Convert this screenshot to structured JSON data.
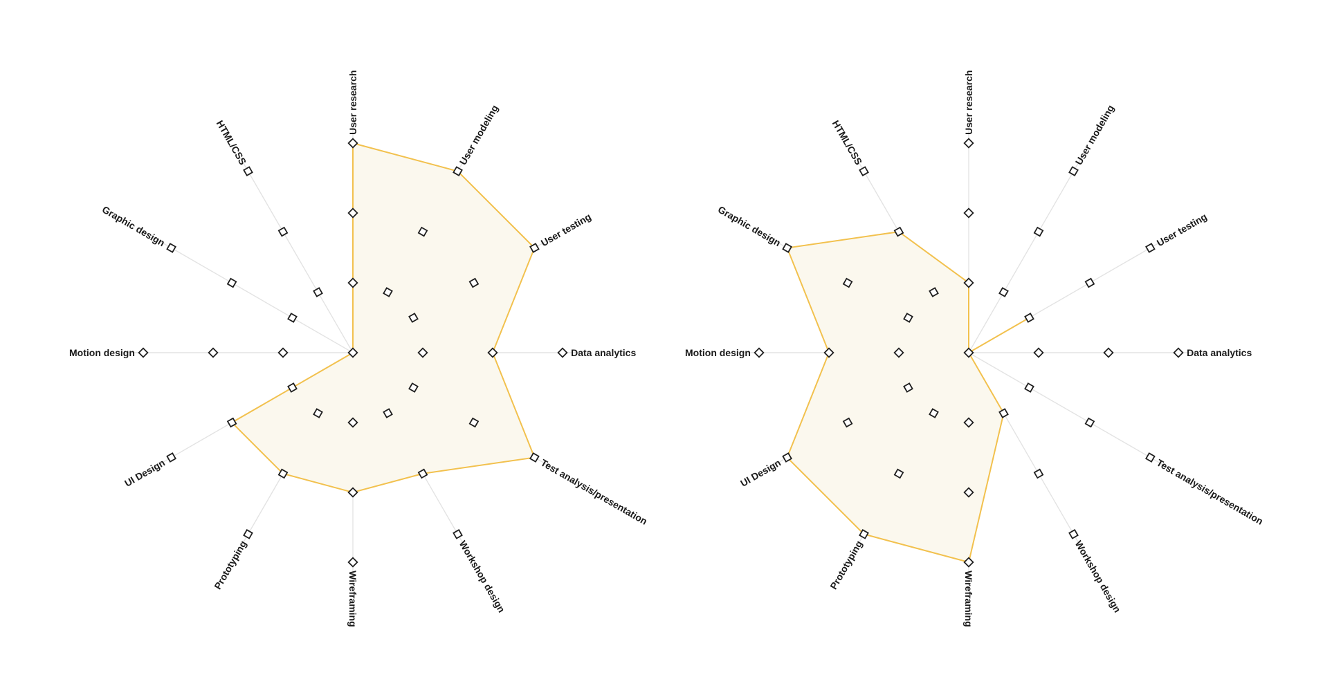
{
  "palette": {
    "fill": "#fbf8ee",
    "stroke": "#f2c14e",
    "axis": "#e3e3e3",
    "marker": "#1f1f1f",
    "text": "#1a1a1a"
  },
  "chart_data": [
    {
      "type": "radar",
      "axes": [
        "User research",
        "User modeling",
        "User testing",
        "Data analytics",
        "Test analysis/presentation",
        "Workshop design",
        "Wireframing",
        "Prototyping",
        "UI Design",
        "Motion design",
        "Graphic design",
        "HTML/CSS"
      ],
      "max": 3,
      "grid_levels": [
        1,
        2,
        3
      ],
      "series": [
        {
          "values": [
            3,
            3,
            3,
            2,
            3,
            2,
            2,
            2,
            2,
            0,
            0,
            0
          ]
        }
      ]
    },
    {
      "type": "radar",
      "axes": [
        "User research",
        "User modeling",
        "User testing",
        "Data analytics",
        "Test analysis/presentation",
        "Workshop design",
        "Wireframing",
        "Prototyping",
        "UI Design",
        "Motion design",
        "Graphic design",
        "HTML/CSS"
      ],
      "max": 3,
      "grid_levels": [
        1,
        2,
        3
      ],
      "series": [
        {
          "values": [
            1,
            0,
            1,
            0,
            0,
            1,
            3,
            3,
            3,
            2,
            3,
            2
          ]
        }
      ]
    }
  ]
}
